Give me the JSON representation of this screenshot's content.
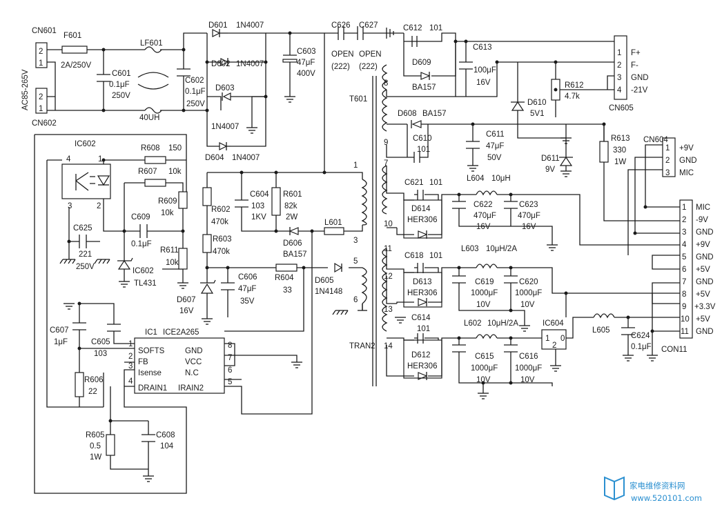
{
  "labels": {
    "cn601": "CN601",
    "cn602": "CN602",
    "ac_input": "AC85-265V",
    "cn601_pin2": "2",
    "cn601_pin1": "1",
    "cn602_pin2": "2",
    "cn602_pin1": "1",
    "f601": "F601",
    "f601_val": "2A/250V",
    "lf601": "LF601",
    "lf601_val": "40UH",
    "c601": "C601",
    "c601_v1": "0.1μF",
    "c601_v2": "250V",
    "c602": "C602",
    "c602_v1": "0.1μF",
    "c602_v2": "250V",
    "d601": "D601",
    "d601_val": "1N4007",
    "d602": "D602",
    "d602_val": "1N4007",
    "d603": "D603",
    "d603_val": "1N4007",
    "d604": "D604",
    "d604_val": "1N4007",
    "c603": "C603",
    "c603_v1": "47μF",
    "c603_v2": "400V",
    "c626": "C626",
    "c627": "C627",
    "c626_v1": "OPEN",
    "c626_v2": "(222)",
    "c627_v1": "OPEN",
    "c627_v2": "(222)",
    "c612": "C612",
    "c612_val": "101",
    "d609": "D609",
    "d609_val": "BA157",
    "c613": "C613",
    "c613_v1": "100μF",
    "c613_v2": "16V",
    "d610": "D610",
    "d610_val": "5V1",
    "r612": "R612",
    "r612_val": "4.7k",
    "cn605": "CN605",
    "cn605_p1": "1",
    "cn605_p2": "2",
    "cn605_p3": "3",
    "cn605_p4": "4",
    "cn605_l1": "F+",
    "cn605_l2": "F-",
    "cn605_l3": "GND",
    "cn605_l4": "-21V",
    "t601": "T601",
    "d608": "D608",
    "d608_val": "BA157",
    "c610": "C610",
    "c610_val": "101",
    "c611": "C611",
    "c611_v1": "47μF",
    "c611_v2": "50V",
    "d611": "D611",
    "d611_val": "9V",
    "r613": "R613",
    "r613_v1": "330",
    "r613_v2": "1W",
    "cn604": "CN604",
    "cn604_p1": "1",
    "cn604_p2": "2",
    "cn604_p3": "3",
    "cn604_l1": "+9V",
    "cn604_l2": "GND",
    "cn604_l3": "MIC",
    "ic602": "IC602",
    "r608": "R608",
    "r608_val": "150",
    "r607": "R607",
    "r607_val": "10k",
    "r609": "R609",
    "r609_val": "10k",
    "c609": "C609",
    "c609_val": "0.1μF",
    "c625": "C625",
    "c625_v1": "221",
    "c625_v2": "250V",
    "r611": "R611",
    "r611_val": "10k",
    "ic602b": "IC602",
    "tl431": "TL431",
    "oc_p4": "4",
    "oc_p1": "1",
    "oc_p3": "3",
    "oc_p2": "2",
    "r602": "R602",
    "r602_val": "470k",
    "r603": "R603",
    "r603_val": "470k",
    "c604": "C604",
    "c604_v1": "103",
    "c604_v2": "1KV",
    "r601": "R601",
    "r601_v1": "82k",
    "r601_v2": "2W",
    "d606": "D606",
    "d606_val": "BA157",
    "l601": "L601",
    "c606": "C606",
    "c606_v1": "47μF",
    "c606_v2": "35V",
    "r604": "R604",
    "r604_val": "33",
    "d605": "D605",
    "d605_val": "1N4148",
    "d607": "D607",
    "d607_val": "16V",
    "pri_p1": "1",
    "pri_p3": "3",
    "pri_p5": "5",
    "pri_p6": "6",
    "c607": "C607",
    "c607_val": "1μF",
    "c605": "C605",
    "c605_val": "103",
    "r606": "R606",
    "r606_val": "22",
    "ic1": "IC1",
    "ic1_val": "ICE2A265",
    "ic1_softs": "SOFTS",
    "ic1_fb": "FB",
    "ic1_isense": "Isense",
    "ic1_drain1": "DRAIN1",
    "ic1_gnd": "GND",
    "ic1_vcc": "VCC",
    "ic1_nc": "N.C",
    "ic1_irain2": "IRAIN2",
    "ic1_p1": "1",
    "ic1_p2": "2",
    "ic1_p3": "3",
    "ic1_p4": "4",
    "ic1_p5": "5",
    "ic1_p6": "6",
    "ic1_p7": "7",
    "ic1_p8": "8",
    "r605": "R605",
    "r605_v1": "0.5",
    "r605_v2": "1W",
    "c608": "C608",
    "c608_val": "104",
    "sec_p8": "8",
    "sec_p9": "9",
    "sec_p7": "7",
    "sec_p10": "10",
    "sec_p11": "11",
    "sec_p12": "12",
    "sec_p13": "13",
    "sec_p14": "14",
    "tran2": "TRAN2",
    "c621": "C621",
    "c621_val": "101",
    "l604": "L604",
    "l604_val": "10μH",
    "d614": "D614",
    "d614_val": "HER306",
    "c622": "C622",
    "c622_v1": "470μF",
    "c622_v2": "16V",
    "c623": "C623",
    "c623_v1": "470μF",
    "c623_v2": "16V",
    "c618": "C618",
    "c618_val": "101",
    "l603": "L603",
    "l603_val": "10μH/2A",
    "d613": "D613",
    "d613_val": "HER306",
    "c619": "C619",
    "c619_v1": "1000μF",
    "c619_v2": "10V",
    "c620": "C620",
    "c620_v1": "1000μF",
    "c620_v2": "10V",
    "c614": "C614",
    "c614_val": "101",
    "l602": "L602",
    "l602_val": "10μH/2A",
    "d612": "D612",
    "d612_val": "HER306",
    "c615": "C615",
    "c615_v1": "1000μF",
    "c615_v2": "10V",
    "c616": "C616",
    "c616_v1": "1000μF",
    "c616_v2": "10V",
    "ic604": "IC604",
    "ic604_p1": "1",
    "ic604_p2": "2",
    "ic604_p0": "0",
    "l605": "L605",
    "c624": "C624",
    "c624_val": "0.1μF",
    "con11": "CON11",
    "con11_p1": "1",
    "con11_p2": "2",
    "con11_p3": "3",
    "con11_p4": "4",
    "con11_p5": "5",
    "con11_p6": "6",
    "con11_p7": "7",
    "con11_p8": "8",
    "con11_p9": "9",
    "con11_p10": "10",
    "con11_p11": "11",
    "con11_l1": "MIC",
    "con11_l2": "-9V",
    "con11_l3": "GND",
    "con11_l4": "+9V",
    "con11_l5": "GND",
    "con11_l6": "+5V",
    "con11_l7": "GND",
    "con11_l8": "+5V",
    "con11_l9": "+3.3V",
    "con11_l10": "+5V",
    "con11_l11": "GND"
  },
  "watermark": {
    "title": "家电维修资料网",
    "url": "www.520101.com"
  }
}
